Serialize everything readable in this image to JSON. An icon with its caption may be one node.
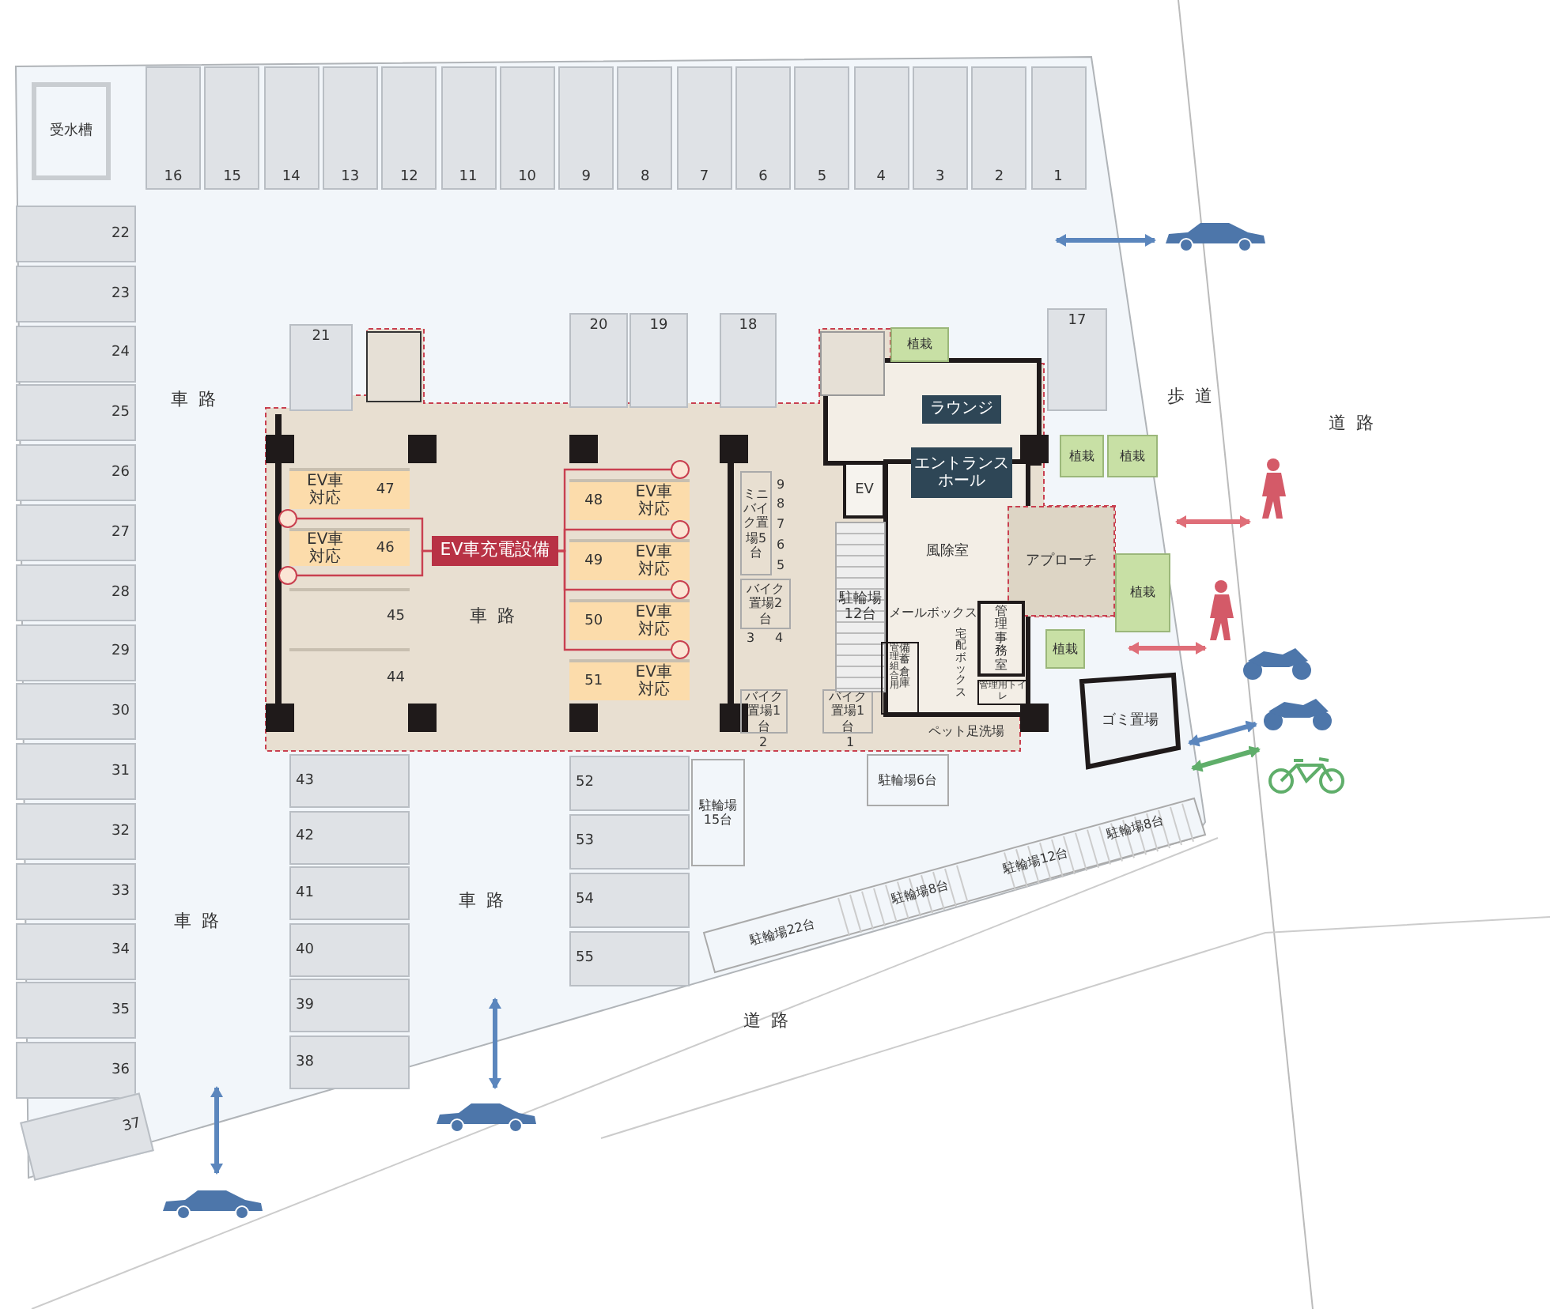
{
  "diagram": {
    "nodes": [
      {
        "text": [
          "受水槽"
        ]
      },
      {
        "text": [
          "1"
        ]
      },
      {
        "text": [
          "2"
        ]
      },
      {
        "text": [
          "3"
        ]
      },
      {
        "text": [
          "4"
        ]
      },
      {
        "text": [
          "5"
        ]
      },
      {
        "text": [
          "6"
        ]
      },
      {
        "text": [
          "7"
        ]
      },
      {
        "text": [
          "8"
        ]
      },
      {
        "text": [
          "9"
        ]
      },
      {
        "text": [
          "10"
        ]
      },
      {
        "text": [
          "11"
        ]
      },
      {
        "text": [
          "12"
        ]
      },
      {
        "text": [
          "13"
        ]
      },
      {
        "text": [
          "14"
        ]
      },
      {
        "text": [
          "15"
        ]
      },
      {
        "text": [
          "16"
        ]
      },
      {
        "text": [
          "17"
        ]
      },
      {
        "text": [
          "18"
        ]
      },
      {
        "text": [
          "19"
        ]
      },
      {
        "text": [
          "20"
        ]
      },
      {
        "text": [
          "21"
        ]
      },
      {
        "text": [
          "22"
        ]
      },
      {
        "text": [
          "23"
        ]
      },
      {
        "text": [
          "24"
        ]
      },
      {
        "text": [
          "25"
        ]
      },
      {
        "text": [
          "26"
        ]
      },
      {
        "text": [
          "27"
        ]
      },
      {
        "text": [
          "28"
        ]
      },
      {
        "text": [
          "29"
        ]
      },
      {
        "text": [
          "30"
        ]
      },
      {
        "text": [
          "31"
        ]
      },
      {
        "text": [
          "32"
        ]
      },
      {
        "text": [
          "33"
        ]
      },
      {
        "text": [
          "34"
        ]
      },
      {
        "text": [
          "35"
        ]
      },
      {
        "text": [
          "36"
        ]
      },
      {
        "text": [
          "37"
        ]
      },
      {
        "text": [
          "38"
        ]
      },
      {
        "text": [
          "39"
        ]
      },
      {
        "text": [
          "40"
        ]
      },
      {
        "text": [
          "41"
        ]
      },
      {
        "text": [
          "42"
        ]
      },
      {
        "text": [
          "43"
        ]
      },
      {
        "text": [
          "44"
        ]
      },
      {
        "text": [
          "45"
        ]
      },
      {
        "text": [
          "EV車対応",
          "46"
        ]
      },
      {
        "text": [
          "EV車対応",
          "47"
        ]
      },
      {
        "text": [
          "48",
          "EV車対応"
        ]
      },
      {
        "text": [
          "49",
          "EV車対応"
        ]
      },
      {
        "text": [
          "50",
          "EV車対応"
        ]
      },
      {
        "text": [
          "51",
          "EV車対応"
        ]
      },
      {
        "text": [
          "52"
        ]
      },
      {
        "text": [
          "53"
        ]
      },
      {
        "text": [
          "54"
        ]
      },
      {
        "text": [
          "55"
        ]
      },
      {
        "text": [
          "EV車充電設備"
        ]
      },
      {
        "text": [],
        "shape": "circle"
      },
      {
        "text": [],
        "shape": "circle"
      },
      {
        "text": [],
        "shape": "circle"
      },
      {
        "text": [],
        "shape": "circle"
      },
      {
        "text": [],
        "shape": "circle"
      },
      {
        "text": [],
        "shape": "circle"
      },
      {
        "text": [
          "ミニバイク置場5台"
        ],
        "beside": [
          "9",
          "8",
          "7",
          "6",
          "5"
        ]
      },
      {
        "text": [
          "バイク置場2台"
        ],
        "beside": [
          "3",
          "4"
        ]
      },
      {
        "text": [
          "バイク置場1台"
        ],
        "beside": [
          "2"
        ]
      },
      {
        "text": [
          "バイク置場1台"
        ],
        "beside": [
          "1"
        ]
      },
      {
        "text": [
          "駐輪場12台"
        ]
      },
      {
        "text": [
          "EV"
        ]
      },
      {
        "text": [
          "ラウンジ"
        ]
      },
      {
        "text": [
          "エントランスホール"
        ]
      },
      {
        "text": [
          "風除室"
        ]
      },
      {
        "text": [
          "アプローチ"
        ]
      },
      {
        "text": [
          "メールボックス"
        ]
      },
      {
        "text": [
          "宅配ボックス"
        ]
      },
      {
        "text": [
          "管理事務室"
        ]
      },
      {
        "text": [
          "管理用トイレ"
        ]
      },
      {
        "text": [
          "管理組合用",
          "備蓄倉庫"
        ]
      },
      {
        "text": [
          "ペット足洗場"
        ]
      },
      {
        "text": [
          "植栽"
        ]
      },
      {
        "text": [
          "植栽"
        ]
      },
      {
        "text": [
          "植栽"
        ]
      },
      {
        "text": [
          "植栽"
        ]
      },
      {
        "text": [
          "植栽"
        ]
      },
      {
        "text": [
          "ゴミ置場"
        ]
      },
      {
        "text": [
          "駐輪場6台"
        ]
      },
      {
        "text": [
          "駐輪場15台"
        ]
      },
      {
        "text": [
          "駐輪場22台"
        ]
      },
      {
        "text": [
          "駐輪場8台"
        ]
      },
      {
        "text": [
          "駐輪場12台"
        ]
      },
      {
        "text": [
          "駐輪場8台"
        ]
      }
    ],
    "edges": [
      {
        "from": 56,
        "to": 57,
        "arrow": "none"
      },
      {
        "from": 56,
        "to": 58,
        "arrow": "none"
      },
      {
        "from": 56,
        "to": 59,
        "arrow": "none"
      },
      {
        "from": 56,
        "to": 60,
        "arrow": "none"
      },
      {
        "from": 56,
        "to": 61,
        "arrow": "none"
      },
      {
        "from": 56,
        "to": 62,
        "arrow": "none"
      }
    ],
    "labels": [
      "歩道",
      "道路",
      "車路",
      "車路",
      "車路",
      "車路",
      "道路"
    ]
  }
}
